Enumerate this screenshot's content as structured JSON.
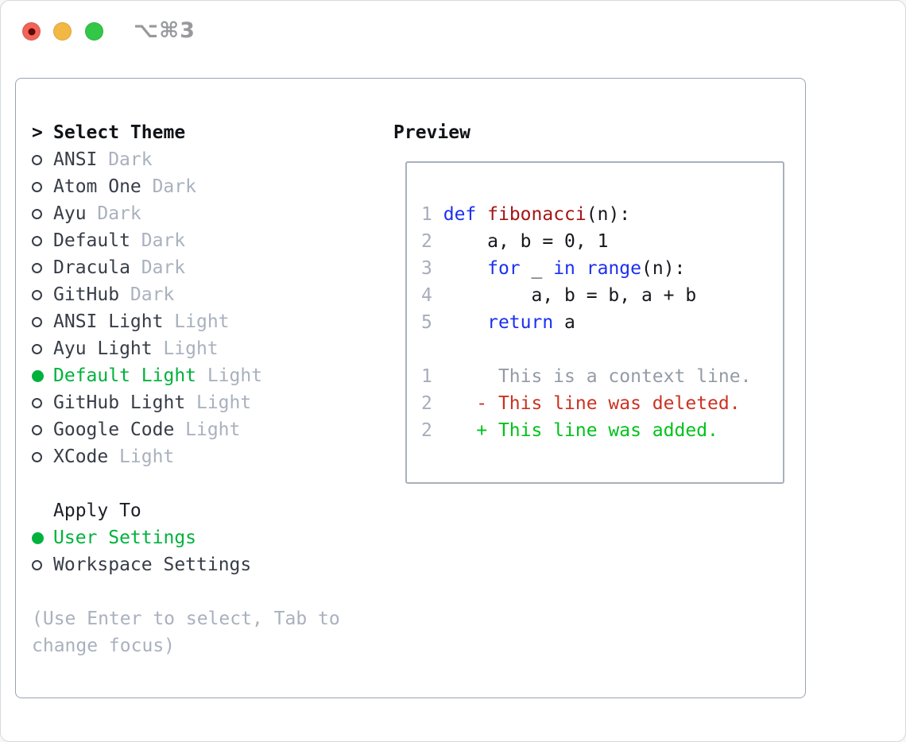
{
  "window": {
    "shortcut": "⌥⌘3"
  },
  "theme_picker": {
    "header": {
      "prompt": ">",
      "label": "Select Theme"
    },
    "items": [
      {
        "name": "ANSI",
        "tag": "Dark",
        "selected": false
      },
      {
        "name": "Atom One",
        "tag": "Dark",
        "selected": false
      },
      {
        "name": "Ayu",
        "tag": "Dark",
        "selected": false
      },
      {
        "name": "Default",
        "tag": "Dark",
        "selected": false
      },
      {
        "name": "Dracula",
        "tag": "Dark",
        "selected": false
      },
      {
        "name": "GitHub",
        "tag": "Dark",
        "selected": false
      },
      {
        "name": "ANSI Light",
        "tag": "Light",
        "selected": false
      },
      {
        "name": "Ayu Light",
        "tag": "Light",
        "selected": false
      },
      {
        "name": "Default Light",
        "tag": "Light",
        "selected": true
      },
      {
        "name": "GitHub Light",
        "tag": "Light",
        "selected": false
      },
      {
        "name": "Google Code",
        "tag": "Light",
        "selected": false
      },
      {
        "name": "XCode",
        "tag": "Light",
        "selected": false
      }
    ],
    "apply_to": {
      "label": "Apply To",
      "options": [
        {
          "name": "User Settings",
          "selected": true
        },
        {
          "name": "Workspace Settings",
          "selected": false
        }
      ]
    },
    "hint_lines": [
      "(Use Enter to select, Tab to",
      "change focus)"
    ]
  },
  "preview": {
    "label": "Preview",
    "code_lines": [
      {
        "kind": "code",
        "segments": [
          {
            "c": "ln",
            "t": "1"
          },
          {
            "c": "plain",
            "t": " "
          },
          {
            "c": "kw",
            "t": "def"
          },
          {
            "c": "plain",
            "t": " "
          },
          {
            "c": "fn",
            "t": "fibonacci"
          },
          {
            "c": "plain",
            "t": "(n):"
          }
        ]
      },
      {
        "kind": "code",
        "segments": [
          {
            "c": "ln",
            "t": "2"
          },
          {
            "c": "plain",
            "t": "     a, b = 0, 1"
          }
        ]
      },
      {
        "kind": "code",
        "segments": [
          {
            "c": "ln",
            "t": "3"
          },
          {
            "c": "plain",
            "t": "     "
          },
          {
            "c": "kw",
            "t": "for"
          },
          {
            "c": "plain",
            "t": " _ "
          },
          {
            "c": "kw",
            "t": "in"
          },
          {
            "c": "plain",
            "t": " "
          },
          {
            "c": "kw",
            "t": "range"
          },
          {
            "c": "plain",
            "t": "(n):"
          }
        ]
      },
      {
        "kind": "code",
        "segments": [
          {
            "c": "ln",
            "t": "4"
          },
          {
            "c": "plain",
            "t": "         a, b = b, a + b"
          }
        ]
      },
      {
        "kind": "code",
        "segments": [
          {
            "c": "ln",
            "t": "5"
          },
          {
            "c": "plain",
            "t": "     "
          },
          {
            "c": "kw",
            "t": "return"
          },
          {
            "c": "plain",
            "t": " a"
          }
        ]
      },
      {
        "kind": "blank",
        "segments": []
      },
      {
        "kind": "diff-context",
        "segments": [
          {
            "c": "ln",
            "t": "1"
          },
          {
            "c": "ctx",
            "t": "      This is a context line."
          }
        ]
      },
      {
        "kind": "diff-deleted",
        "segments": [
          {
            "c": "ln",
            "t": "2"
          },
          {
            "c": "del",
            "t": "    - This line was deleted."
          }
        ]
      },
      {
        "kind": "diff-added",
        "segments": [
          {
            "c": "ln",
            "t": "2"
          },
          {
            "c": "add",
            "t": "    + This line was added."
          }
        ]
      }
    ]
  },
  "colors": {
    "traffic_red": "#f16458",
    "traffic_red_dot": "#5c0907",
    "traffic_yellow": "#f3b843",
    "traffic_green": "#33c748",
    "shortcut": "#97999d",
    "panel_border": "#9aa3b1",
    "preview_border": "#a9b0bc",
    "header_text": "#101317",
    "item_text": "#373d47",
    "apply_header": "#1b1f26",
    "muted": "#a9b1be",
    "select_green": "#00b23c",
    "line_number": "#a6adbb",
    "keyword": "#1c30f0",
    "function_name": "#a31515",
    "code_text": "#16181d",
    "context": "#949ba6",
    "deleted": "#cb3222",
    "added": "#00c21a"
  }
}
